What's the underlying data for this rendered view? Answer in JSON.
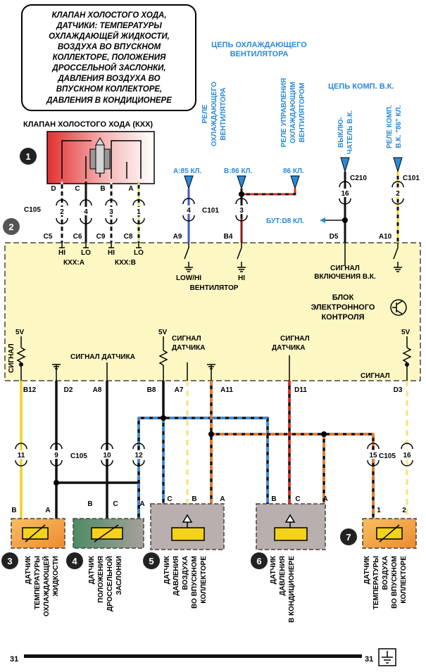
{
  "title_box": [
    "КЛАПАН ХОЛОСТОГО ХОДА,",
    "ДАТЧИКИ: ТЕМПЕРАТУРЫ",
    "ОХЛАЖДАЮЩЕЙ ЖИДКОСТИ,",
    "ВОЗДУХА ВО ВПУСКНОМ",
    "КОЛЛЕКТОРЕ, ПОЛОЖЕНИЯ",
    "ДРОССЕЛЬНОЙ ЗАСЛОНКИ,",
    "ДАВЛЕНИЯ ВОЗДУХА ВО",
    "ВПУСКНОМ КОЛЛЕКТОРЕ,",
    "ДАВЛЕНИЯ В КОНДИЦИОНЕРЕ"
  ],
  "iac_title": "КЛАПАН ХОЛОСТОГО ХОДА (КХХ)",
  "iac_pins": [
    "D",
    "C",
    "B",
    "A"
  ],
  "c105_top": "C105",
  "c105_top_pins": [
    "2",
    "4",
    "3",
    "1"
  ],
  "ecu_top_pins": [
    "C5",
    "C6",
    "C9",
    "C8"
  ],
  "hi": "HI",
  "lo": "LO",
  "kxx_a": "КХХ:A",
  "kxx_b": "КХХ:B",
  "fan_circuit": [
    "ЦЕПЬ ОХЛАЖДАЮЩЕГО",
    "ВЕНТИЛЯТОРА"
  ],
  "fan_relay": [
    "РЕЛЕ",
    "ОХЛАЖДАЮЩЕГО",
    "ВЕНТИЛЯТОРА"
  ],
  "fan_ctrl_relay": [
    "РЕЛЕ УПРАВЛЕНИЯ",
    "ОХЛАЖДАЮЩИМ",
    "ВЕНТИЛЯТОРОМ"
  ],
  "ac_circuit": "ЦЕПЬ  КОМП. В.К.",
  "ac_switch": [
    "ВЫКЛЮ-",
    "ЧАТЕЛЬ В.К."
  ],
  "ac_relay": [
    "РЕЛЕ КОМП.",
    "В.К. \"86\" КЛ."
  ],
  "a85": "A:85 КЛ.",
  "b86": "B:86 КЛ.",
  "k86": "86  КЛ.",
  "c210": "C210",
  "c101": "C101",
  "c101_pins": [
    "4",
    "3"
  ],
  "c210_pin": "16",
  "c101_right_pin": "2",
  "but_d8": "БУТ:D8 КЛ.",
  "ecu_mid_pins": [
    "A9",
    "B4",
    "D5",
    "A10"
  ],
  "low_hi": "LOW/HI",
  "hi_label": "HI",
  "fan_label": "ВЕНТИЛЯТОР",
  "ac_signal": [
    "СИГНАЛ",
    "ВКЛЮЧЕНИЯ В.К."
  ],
  "ecu_name": [
    "БЛОК",
    "ЭЛЕКТРОННОГО",
    "КОНТРОЛЯ"
  ],
  "v5": "5V",
  "signal": "СИГНАЛ",
  "sensor_signal": "СИГНАЛ ДАТЧИКА",
  "sensor_signal2": [
    "СИГНАЛ",
    "ДАТЧИКА"
  ],
  "ecu_bottom_pins": [
    "B12",
    "D2",
    "A8",
    "B8",
    "A7",
    "A11",
    "D11",
    "D3"
  ],
  "c105_bot": "C105",
  "c105_bot_pins": [
    "11",
    "9",
    "10",
    "12",
    "15",
    "16"
  ],
  "sensor_pins": {
    "s3": [
      "B",
      "A"
    ],
    "s4": [
      "B",
      "C",
      "A"
    ],
    "s5": [
      "C",
      "B",
      "A"
    ],
    "s6": [
      "B",
      "C",
      "A"
    ],
    "s7": [
      "1",
      "2"
    ]
  },
  "callouts": [
    "1",
    "2",
    "3",
    "4",
    "5",
    "6",
    "7"
  ],
  "sensor_names": {
    "s3": [
      "ДАТЧИК",
      "ТЕМПЕРАТУРЫ",
      "ОХЛАЖДАЮЩЕЙ",
      "ЖИДКОСТИ"
    ],
    "s4": [
      "ДАТЧИК",
      "ПОЛОЖЕНИЯ",
      "ДРОССЕЛЬНОЙ",
      "ЗАСЛОНКИ"
    ],
    "s5": [
      "ДАТЧИК",
      "ДАВЛЕНИЯ",
      "ВОЗДУХА",
      "ВО ВПУСКНОМ",
      "КОЛЛЕКТОРЕ"
    ],
    "s6": [
      "ДАТЧИК",
      "ДАВЛЕНИЯ",
      "В КОНДИЦИОНЕРЕ"
    ],
    "s7": [
      "ДАТЧИК",
      "ТЕМПЕРАТУРЫ",
      "ВОЗДУХА",
      "ВО ВПУСКНОМ",
      "КОЛЛЕКТОРЕ"
    ]
  },
  "page_number": "31",
  "page_ref": "31",
  "colors": {
    "ecu_fill": "#fdf7c4",
    "blue_text": "#2a8ad8",
    "red_badge": "#e02020",
    "gray_box": "#b9afaf",
    "orange_box": "#f0a040",
    "green_box": "#6a9a78",
    "yellow_wire": "#f2d21a",
    "red_wire": "#e02a1a",
    "orange_wire": "#ec7a2a",
    "blue_wire": "#3a8ae0"
  }
}
